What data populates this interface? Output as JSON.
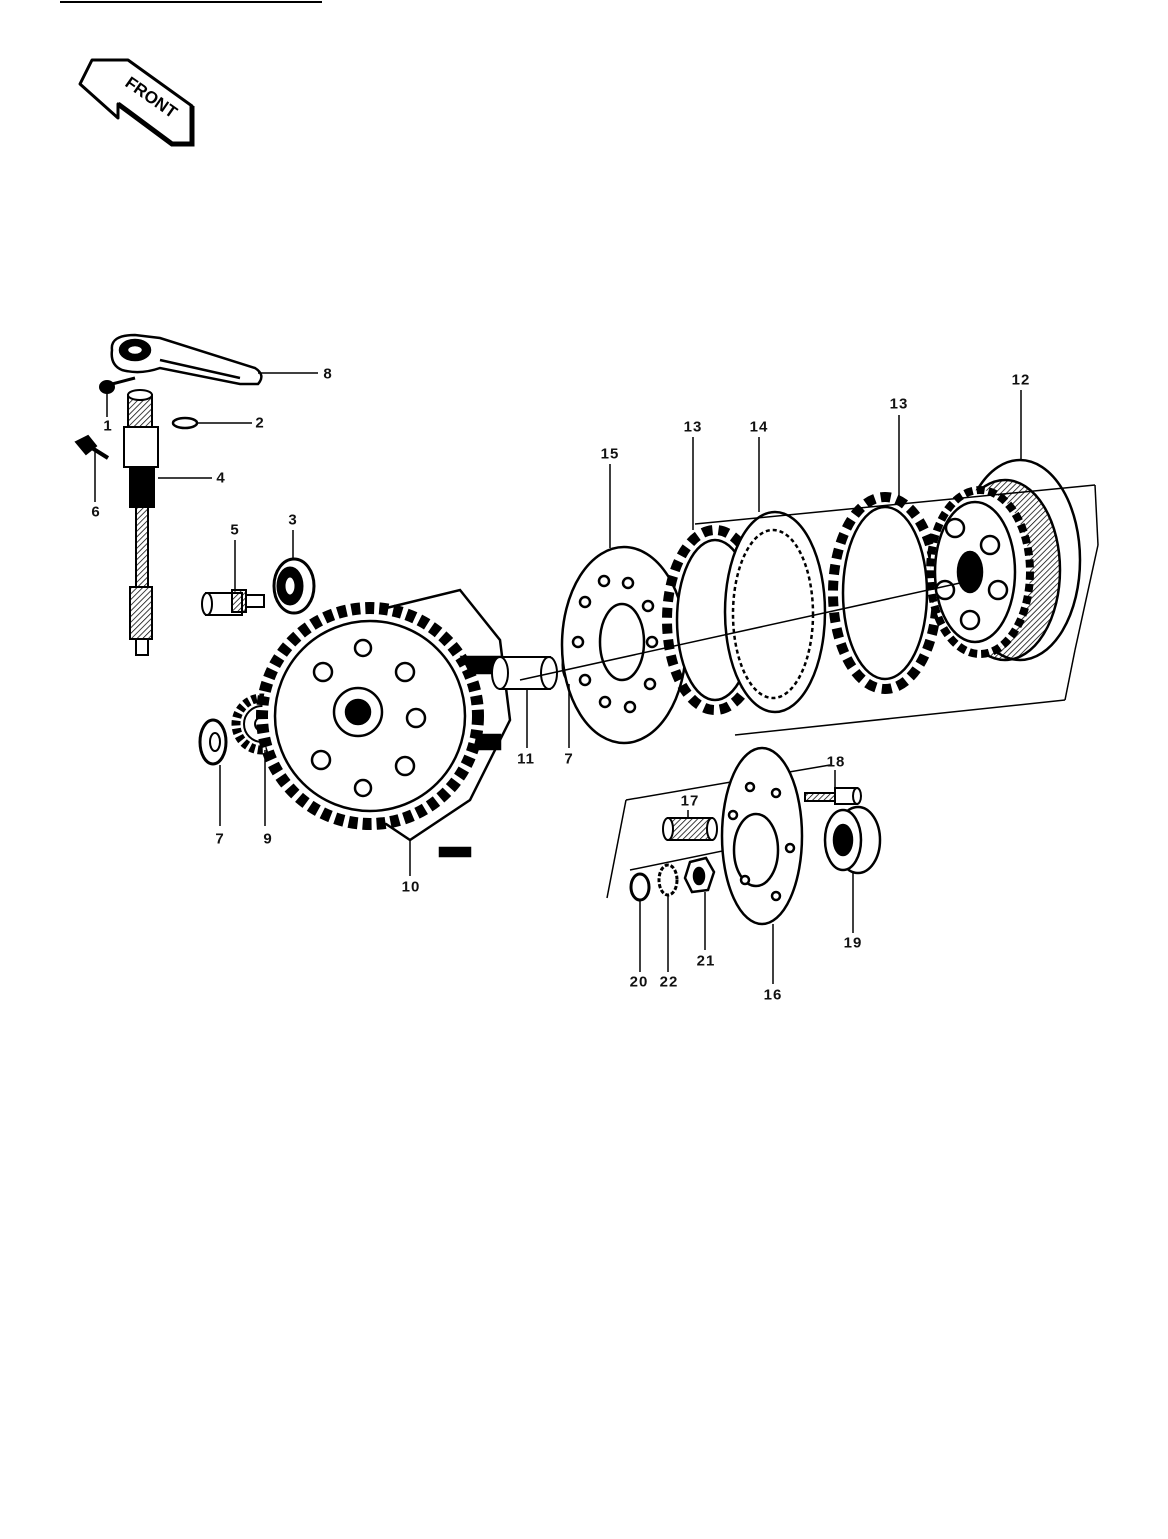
{
  "front_arrow": {
    "label": "FRONT"
  },
  "callouts": [
    {
      "id": "c1",
      "text": "1"
    },
    {
      "id": "c2",
      "text": "2"
    },
    {
      "id": "c3",
      "text": "3"
    },
    {
      "id": "c4",
      "text": "4"
    },
    {
      "id": "c5",
      "text": "5"
    },
    {
      "id": "c6",
      "text": "6"
    },
    {
      "id": "c8",
      "text": "8"
    },
    {
      "id": "c7a",
      "text": "7"
    },
    {
      "id": "c7b",
      "text": "7"
    },
    {
      "id": "c9",
      "text": "9"
    },
    {
      "id": "c10",
      "text": "10"
    },
    {
      "id": "c11",
      "text": "11"
    },
    {
      "id": "c12",
      "text": "12"
    },
    {
      "id": "c13a",
      "text": "13"
    },
    {
      "id": "c13b",
      "text": "13"
    },
    {
      "id": "c14",
      "text": "14"
    },
    {
      "id": "c15",
      "text": "15"
    },
    {
      "id": "c16",
      "text": "16"
    },
    {
      "id": "c17",
      "text": "17"
    },
    {
      "id": "c18",
      "text": "18"
    },
    {
      "id": "c19",
      "text": "19"
    },
    {
      "id": "c20",
      "text": "20"
    },
    {
      "id": "c21",
      "text": "21"
    },
    {
      "id": "c22",
      "text": "22"
    }
  ]
}
